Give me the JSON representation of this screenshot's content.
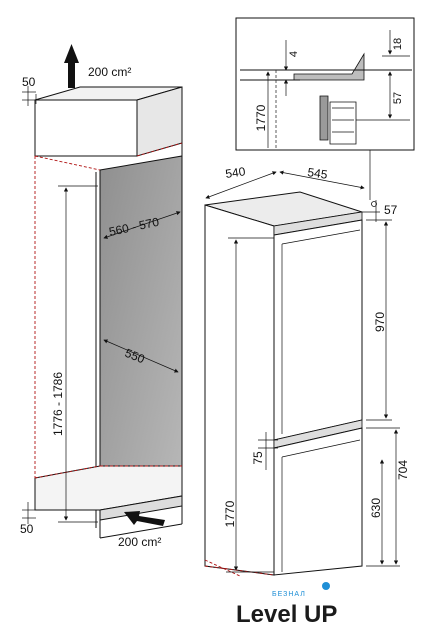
{
  "cabinet": {
    "vent_top": "200 cm²",
    "vent_bottom": "200 cm²",
    "top_gap": "50",
    "bottom_gap": "50",
    "niche_height": "1776 - 1786",
    "niche_width": "560 - 570",
    "niche_depth": "550"
  },
  "fridge": {
    "depth": "540",
    "width": "545",
    "top_offset": "57",
    "upper_door": "970",
    "gap": "75",
    "lower_door": "704",
    "lower_inner": "630",
    "total_height": "1770"
  },
  "detail": {
    "height": "1770",
    "gap": "4",
    "top": "18",
    "side": "57"
  },
  "brand": {
    "sub": "БЕЗНАЛ",
    "main": "Level UP"
  },
  "colors": {
    "shade": "#9a9a9a",
    "hidden_line": "#b01212",
    "brand_blue": "#1f8fd6"
  }
}
